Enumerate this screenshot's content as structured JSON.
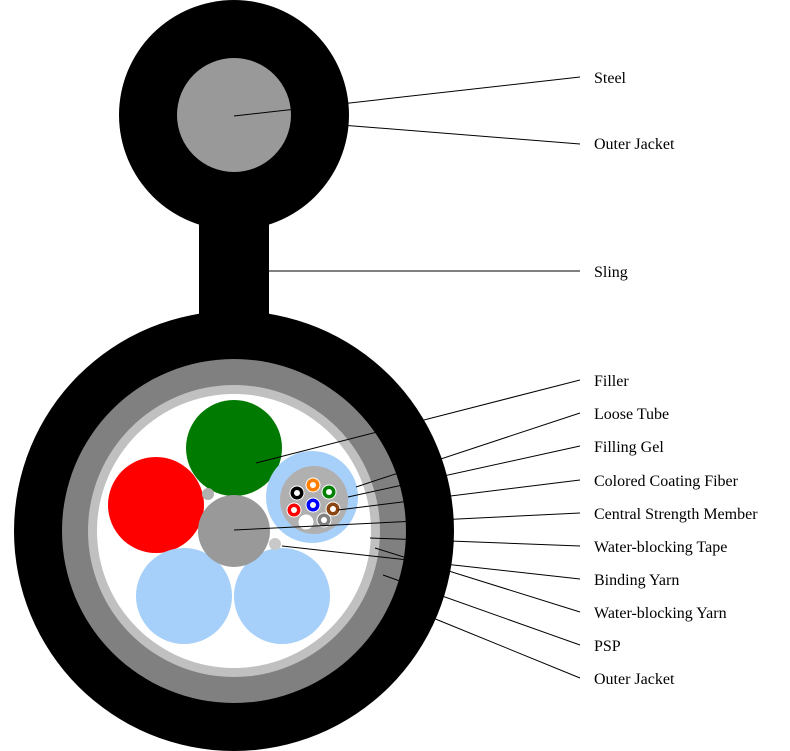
{
  "labels": {
    "steel": "Steel",
    "outer_jacket_top": "Outer Jacket",
    "sling": "Sling",
    "filler": "Filler",
    "loose_tube": "Loose Tube",
    "filling_gel": "Filling Gel",
    "colored_coating_fiber": "Colored Coating Fiber",
    "central_strength_member": "Central Strength Member",
    "water_blocking_tape": "Water-blocking Tape",
    "binding_yarn": "Binding Yarn",
    "water_blocking_yarn": "Water-blocking Yarn",
    "psp": "PSP",
    "outer_jacket_bottom": "Outer Jacket"
  },
  "colors": {
    "jacket": "#000000",
    "steel": "#999999",
    "psp": "#808080",
    "tape": "#c0c0c0",
    "core": "#ffffff",
    "filler": "#a6cff9",
    "tube_green": "#007a00",
    "tube_red": "#ff0000",
    "csm": "#999999",
    "gel": "#a6cff9",
    "fiber_bundle": "#b0b0b0"
  },
  "fiber_colors": [
    "#000000",
    "#ff8000",
    "#008000",
    "#ff0000",
    "#0000ff",
    "#8b4513",
    "#ffffff",
    "#808080"
  ]
}
